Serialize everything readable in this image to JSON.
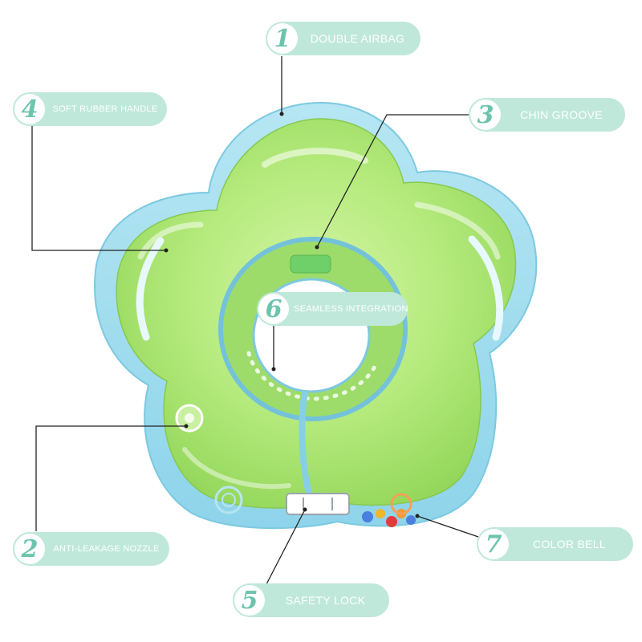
{
  "colors": {
    "accent": "#6cc4ad",
    "pill": "#bfe8db",
    "float_green": "#a6e36b",
    "float_blue": "#8fd3ea",
    "leader_line": "#222222"
  },
  "callouts": [
    {
      "number": "1",
      "label": "DOUBLE AIRBAG"
    },
    {
      "number": "4",
      "label": "SOFT RUBBER HANDLE"
    },
    {
      "number": "3",
      "label": "CHIN GROOVE"
    },
    {
      "number": "6",
      "label": "SEAMLESS INTEGRATION"
    },
    {
      "number": "2",
      "label": "ANTI-LEAKAGE NOZZLE"
    },
    {
      "number": "7",
      "label": "COLOR BELL"
    },
    {
      "number": "5",
      "label": "SAFETY LOCK"
    }
  ]
}
